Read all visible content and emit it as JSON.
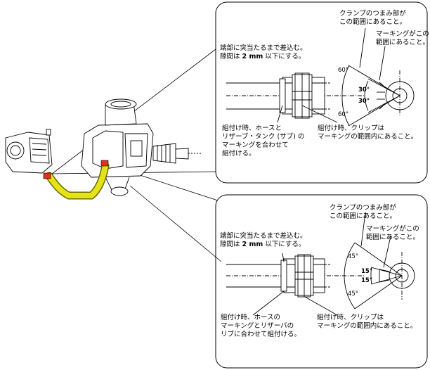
{
  "top_panel": {
    "clamp_range": "クランプのつまみ部が\nこの範囲にあること。",
    "marking_range": "マーキングがこの\n範囲にあること。",
    "insert_pre": "端部に突当たるまで差込む。\n隙間は ",
    "insert_bold": "2 mm",
    "insert_post": " 以下にする。",
    "assembly_hose": "組付け時、ホースと\nリザーブ・タンク (サブ) の\nマーキングを合わせて\n組付ける。",
    "assembly_clip": "組付け時、クリップは\nマーキングの範囲内にあること。",
    "angle_outer_top": "60°",
    "angle_outer_bottom": "60°",
    "angle_inner_top": "30°",
    "angle_inner_bottom": "30°"
  },
  "bottom_panel": {
    "clamp_range": "クランプのつまみ部が\nこの範囲にあること。",
    "marking_range": "マーキングがこの\n範囲にあること。",
    "insert_pre": "端部に突当たるまで差込む。\n隙間は ",
    "insert_bold": "2 mm",
    "insert_post": " 以下にする。",
    "assembly_hose": "組付け時、ホースの\nマーキングとリザーバの\nリブに合わせて組付ける。",
    "assembly_clip": "組付け時、クリップは\nマーキングの範囲内にあること。",
    "angle_outer_top": "45°",
    "angle_outer_bottom": "45°",
    "angle_inner_top": "15°",
    "angle_inner_bottom": "15°"
  },
  "colors": {
    "hose": "#e6e21a",
    "hose_edge": "#6a6a00",
    "clip": "#e0301e",
    "panel_border": "#000000"
  }
}
